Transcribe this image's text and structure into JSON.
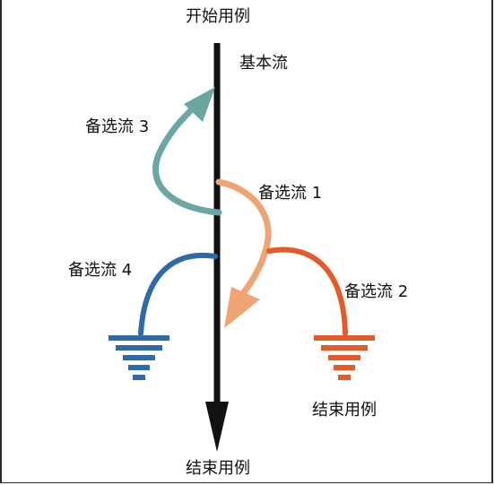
{
  "labels": {
    "start": "开始用例",
    "basic_flow": "基本流",
    "alt_flow_1": "备选流 1",
    "alt_flow_2": "备选流 2",
    "alt_flow_3": "备选流 3",
    "alt_flow_4": "备选流 4",
    "end_main": "结束用例",
    "end_alt": "结束用例"
  },
  "colors": {
    "basic_flow": "#111111",
    "alt_flow_1": "#f0a373",
    "alt_flow_2": "#e55a2b",
    "alt_flow_3": "#6aa7a2",
    "alt_flow_4": "#2f6aa6"
  }
}
